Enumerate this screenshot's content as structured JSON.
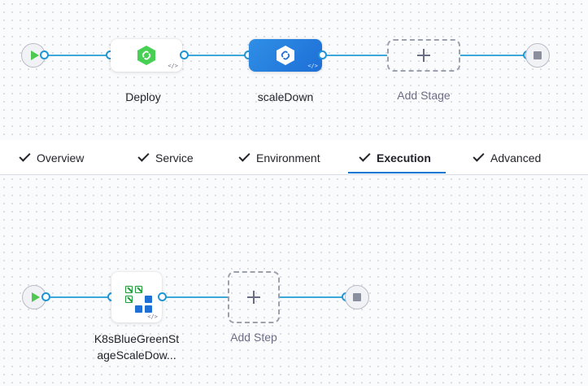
{
  "stage_pipeline": {
    "stages": [
      {
        "name": "Deploy",
        "icon": "deploy-stage-icon",
        "selected": false
      },
      {
        "name": "scaleDown",
        "icon": "deploy-stage-icon",
        "selected": true
      }
    ],
    "add_stage_label": "Add Stage"
  },
  "tabs": [
    {
      "label": "Overview",
      "completed": true,
      "active": false
    },
    {
      "label": "Service",
      "completed": true,
      "active": false
    },
    {
      "label": "Environment",
      "completed": true,
      "active": false
    },
    {
      "label": "Execution",
      "completed": true,
      "active": true
    },
    {
      "label": "Advanced",
      "completed": true,
      "active": false
    }
  ],
  "execution_pipeline": {
    "steps": [
      {
        "name": "K8sBlueGreenStageScaleDow...",
        "name_line1": "K8sBlueGreenSt",
        "name_line2": "ageScaleDow...",
        "icon": "k8s-bluegreen-scale-down-icon"
      }
    ],
    "add_step_label": "Add Step"
  },
  "icons": {
    "start": "play-icon",
    "end": "stop-icon",
    "yaml_badge": "code-icon",
    "add": "plus-icon",
    "check": "check-icon"
  },
  "colors": {
    "connector": "#3da7d9",
    "selected_stage": "#1e6fd6",
    "deploy_icon": "#47d054",
    "active_tab_underline": "#0278d5"
  },
  "badge_text": "</>"
}
